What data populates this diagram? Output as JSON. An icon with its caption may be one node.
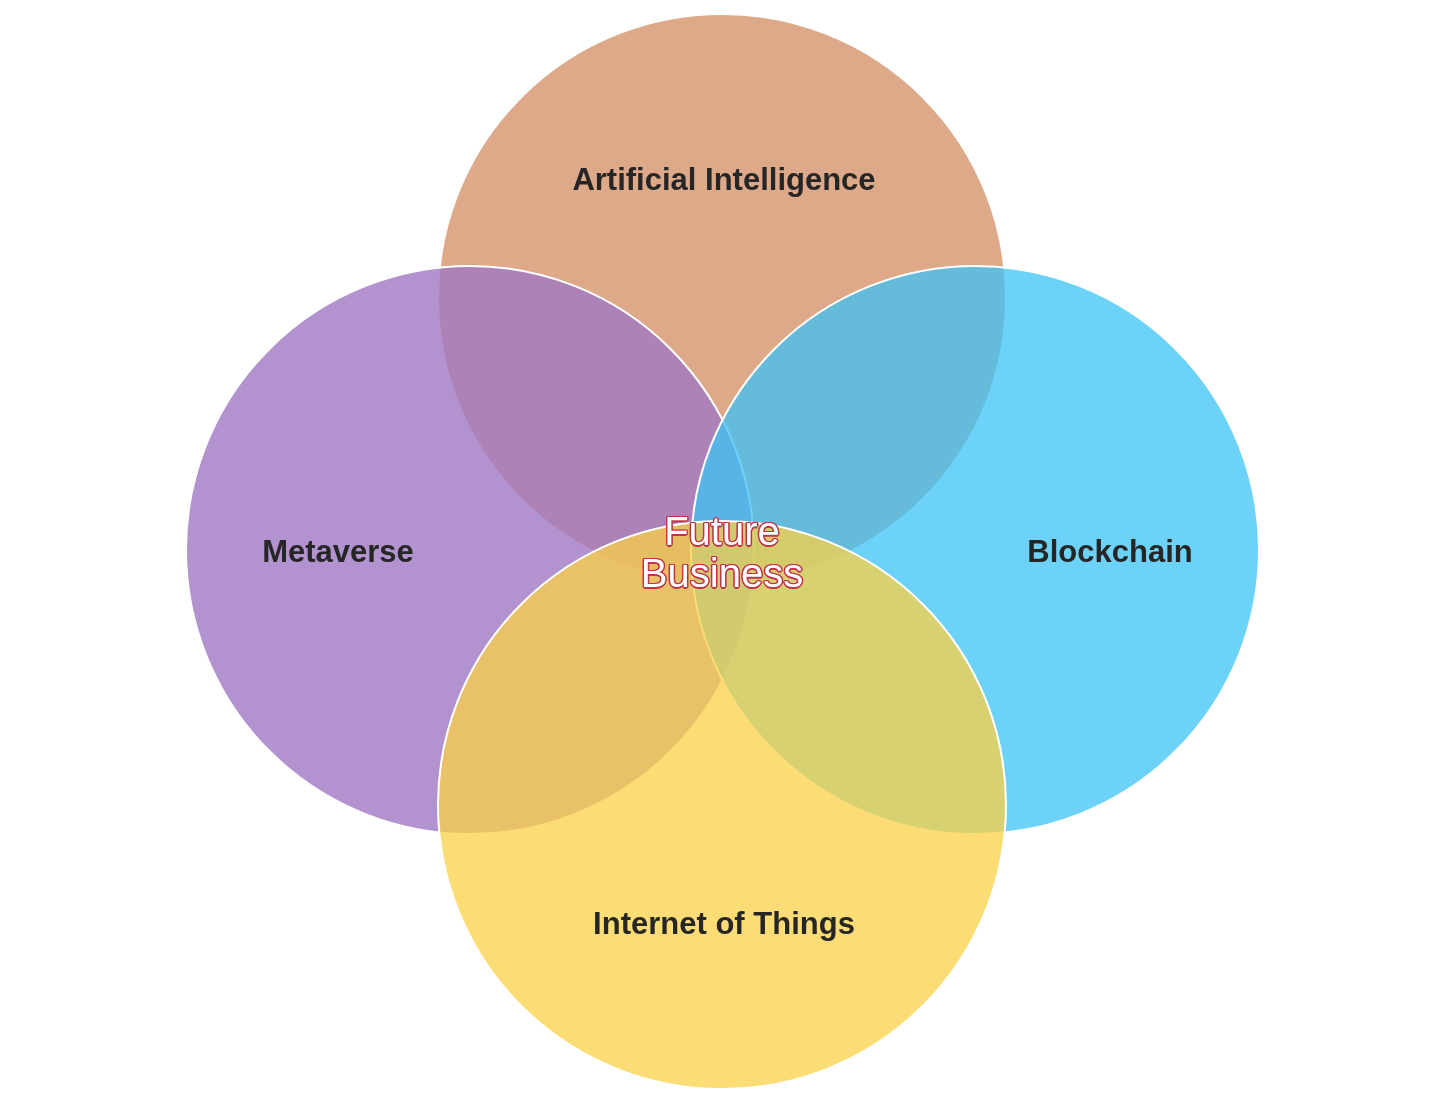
{
  "diagram": {
    "nodes": [
      {
        "text": [
          "Artificial Intelligence"
        ]
      },
      {
        "text": [
          "Metaverse"
        ]
      },
      {
        "text": [
          "Blockchain"
        ]
      },
      {
        "text": [
          "Internet of Things"
        ]
      }
    ],
    "edges": [],
    "labels": [
      "Future Business"
    ]
  }
}
